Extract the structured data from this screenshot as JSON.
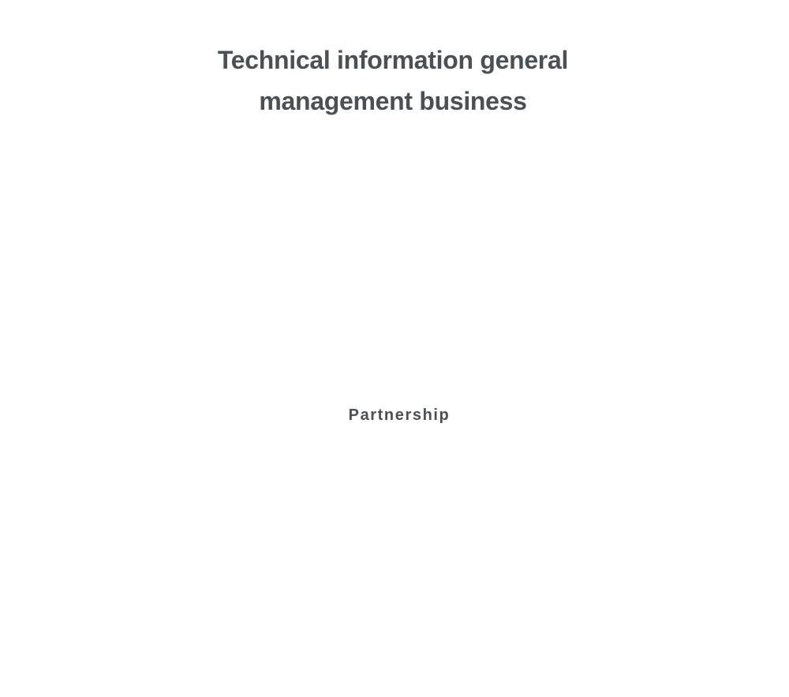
{
  "heading": {
    "line1": "Technical information general",
    "line2": "management business"
  },
  "section": {
    "label": "Partnership"
  },
  "colors": {
    "text": "#4a5054",
    "background": "#ffffff"
  }
}
